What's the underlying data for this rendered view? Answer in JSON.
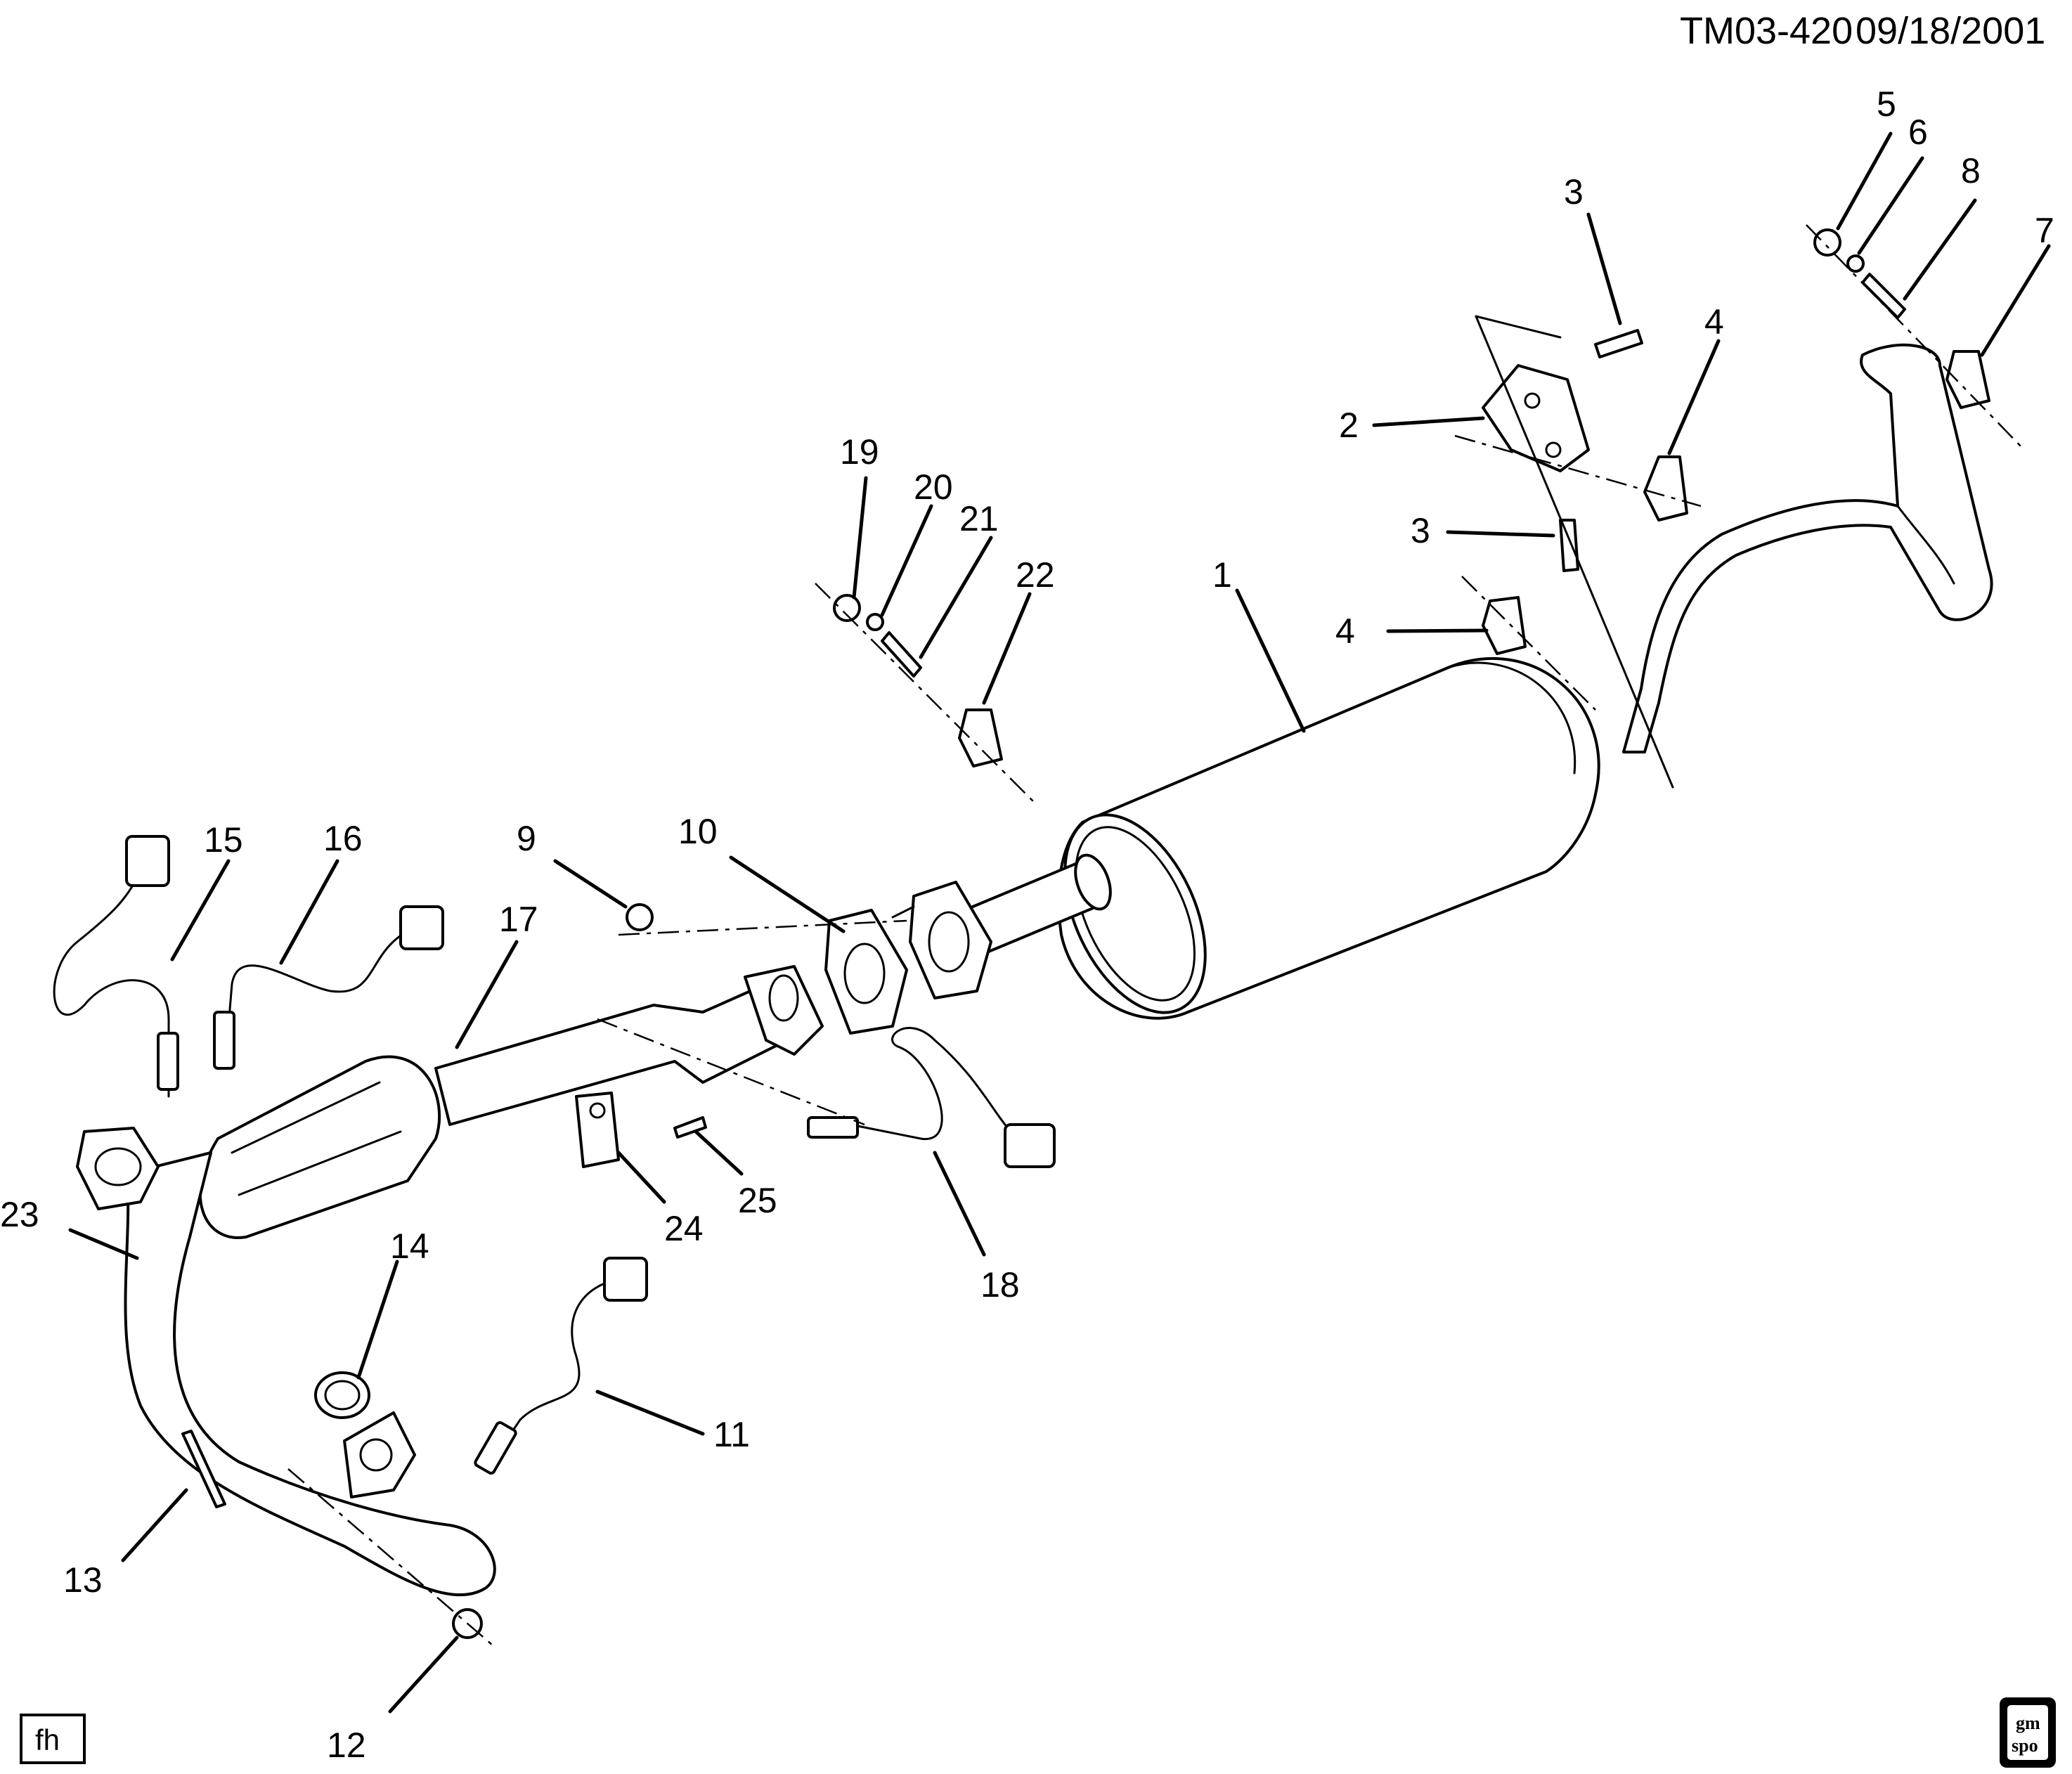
{
  "header": {
    "code": "TM03-420",
    "date": "09/18/2001"
  },
  "footer": {
    "tag": "fh",
    "logo_line1": "gm",
    "logo_line2": "spo"
  },
  "callouts": [
    "1",
    "2",
    "3",
    "3",
    "4",
    "4",
    "5",
    "6",
    "7",
    "8",
    "9",
    "10",
    "11",
    "12",
    "13",
    "14",
    "15",
    "16",
    "17",
    "18",
    "19",
    "20",
    "21",
    "22",
    "23",
    "24",
    "25"
  ]
}
